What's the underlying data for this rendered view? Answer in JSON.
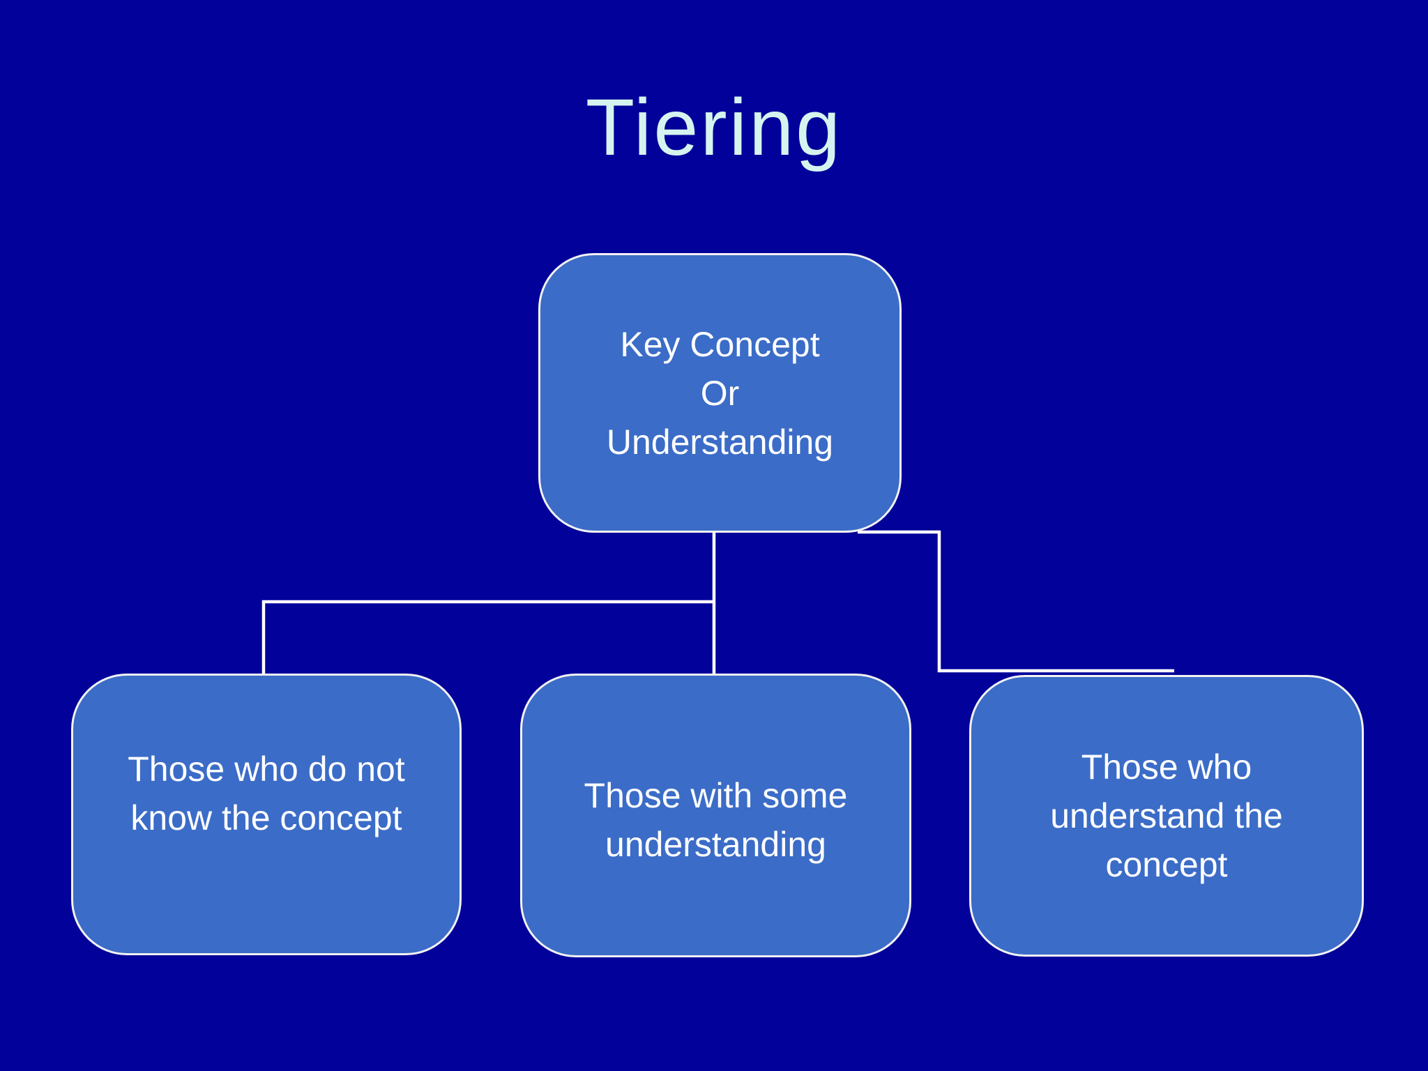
{
  "title": "Tiering",
  "colors": {
    "background": "#02029A",
    "node_fill": "#3B6CC7",
    "node_border": "#F2F2F2",
    "connector": "#FFFFFF",
    "title_text": "#D6F4EF",
    "node_text": "#FFFFFF"
  },
  "diagram": {
    "root": {
      "lines": [
        "Key Concept",
        "Or",
        "Understanding"
      ]
    },
    "children": [
      {
        "lines": [
          "Those who do not",
          "know the concept"
        ]
      },
      {
        "lines": [
          "Those with some",
          "understanding"
        ]
      },
      {
        "lines": [
          "Those who",
          "understand the",
          "concept"
        ]
      }
    ]
  }
}
